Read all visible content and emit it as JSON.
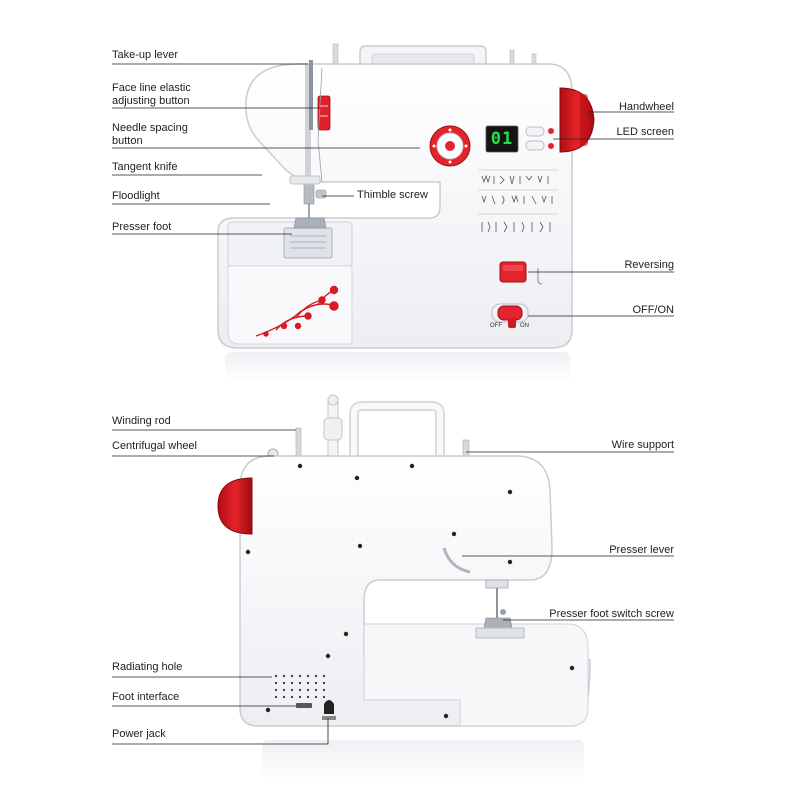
{
  "labels": {
    "take_up_lever": "Take-up lever",
    "face_line_1": "Face line elastic",
    "face_line_2": "adjusting button",
    "needle_spacing_1": "Needle spacing",
    "needle_spacing_2": "button",
    "tangent_knife": "Tangent knife",
    "floodlight": "Floodlight",
    "presser_foot": "Presser foot",
    "thimble_screw": "Thimble screw",
    "handwheel": "Handwheel",
    "led_screen": "LED screen",
    "reversing": "Reversing",
    "off_on": "OFF/ON",
    "winding_rod": "Winding rod",
    "centrifugal_wheel": "Centrifugal wheel",
    "wire_support": "Wire support",
    "presser_lever": "Presser lever",
    "presser_foot_switch_screw": "Presser foot switch screw",
    "radiating_hole": "Radiating hole",
    "foot_interface": "Foot interface",
    "power_jack": "Power jack"
  },
  "machine": {
    "led_value": "01",
    "switch_off": "OFF",
    "switch_on": "ON"
  },
  "colors": {
    "accent_red": "#d8141c",
    "led_green": "#22e04a",
    "body_white": "#f7f7f9",
    "line": "#222222"
  }
}
